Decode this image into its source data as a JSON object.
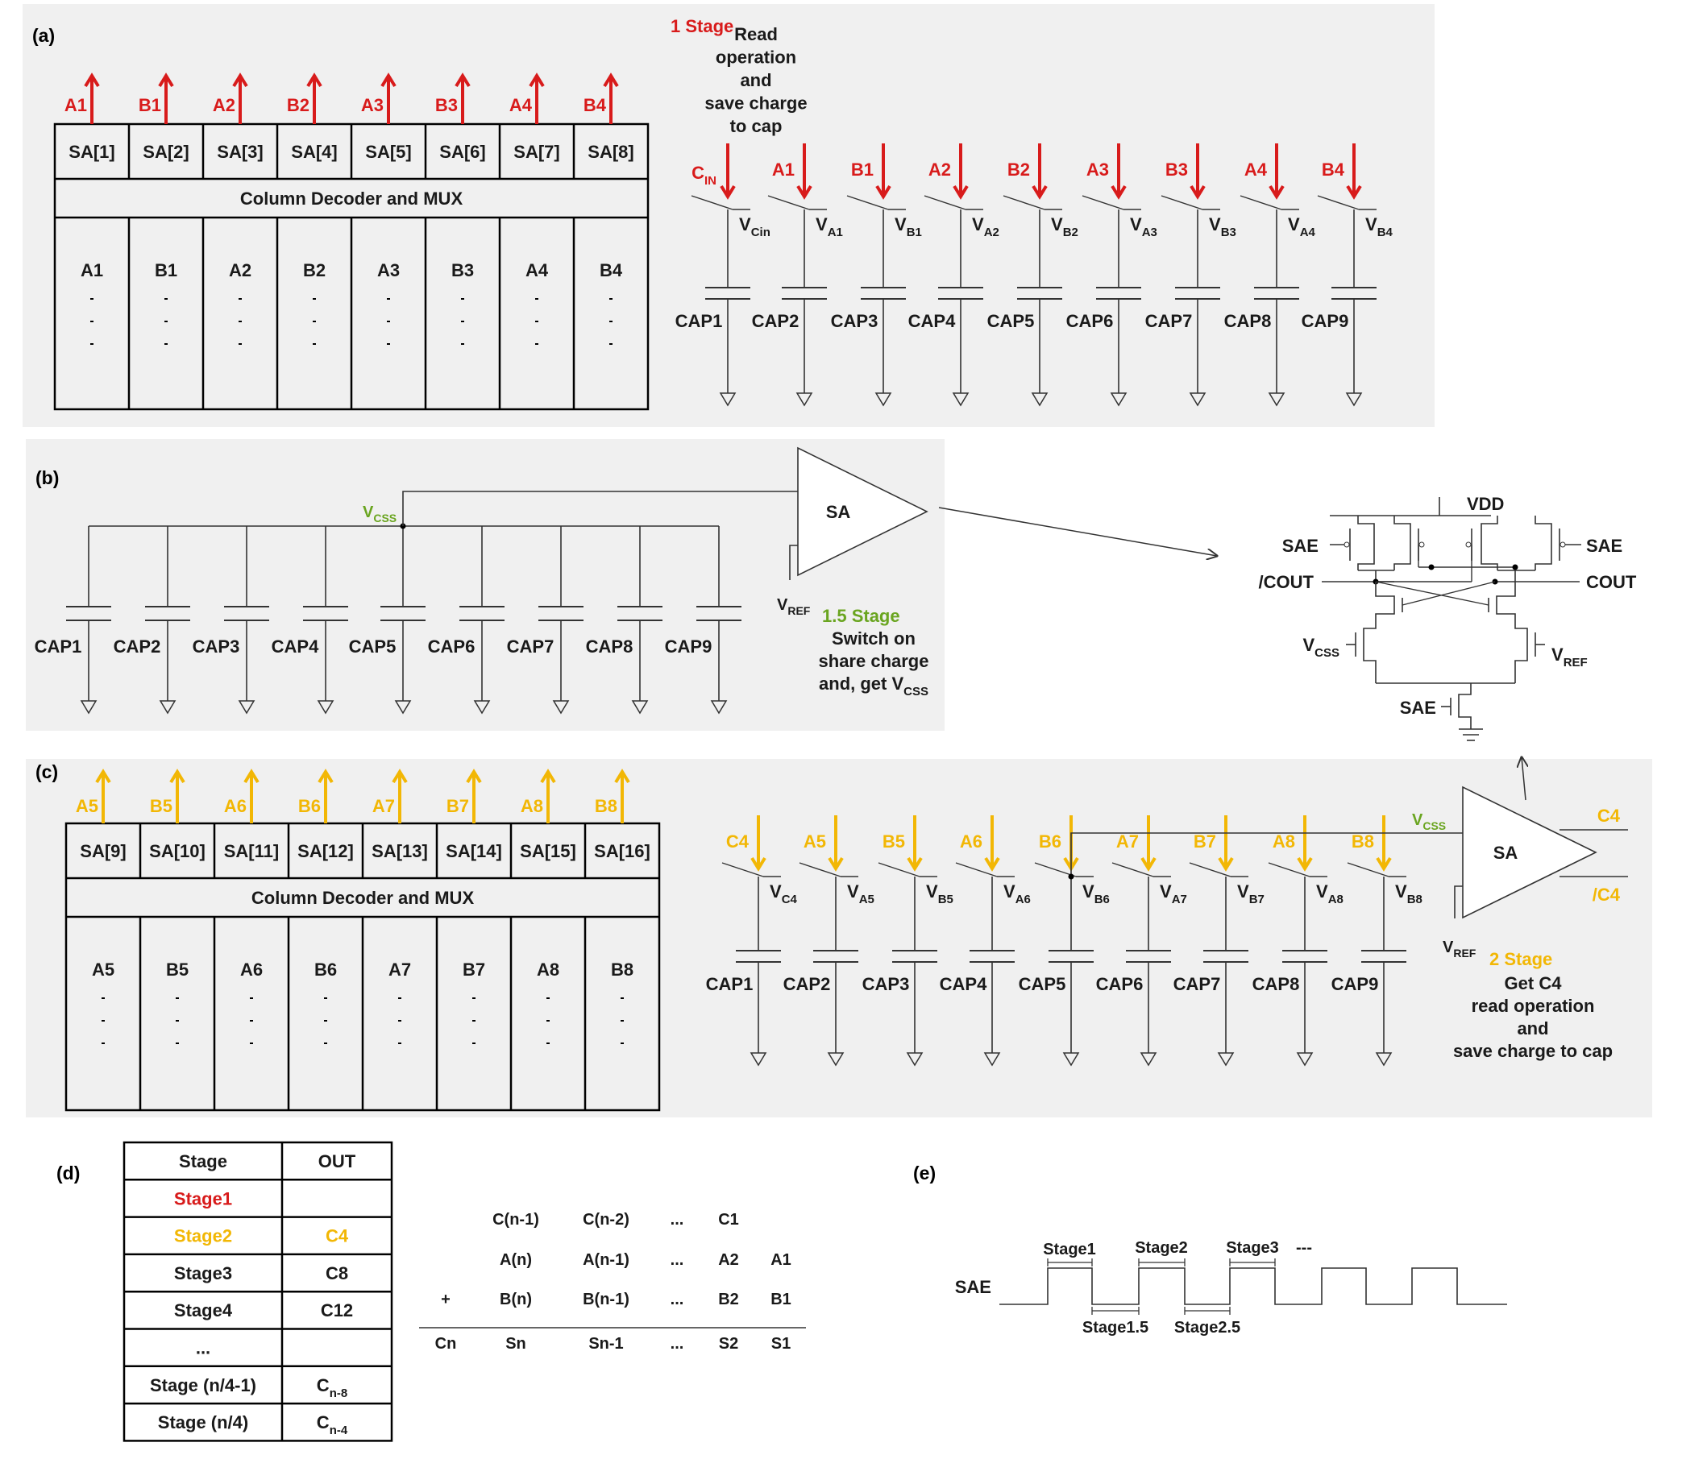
{
  "colors": {
    "red": "#d81b1b",
    "yellow": "#f2b705",
    "green": "#6aa520",
    "black": "#1a1a1a",
    "panel": "#f0f0f0"
  },
  "panels": {
    "a": "(a)",
    "b": "(b)",
    "c": "(c)",
    "d": "(d)",
    "e": "(e)"
  },
  "panel_a": {
    "stage_title": "1 Stage",
    "description": [
      "Read",
      "operation",
      "and",
      "save charge",
      "to cap"
    ],
    "sa_arrow_labels": [
      "A1",
      "B1",
      "A2",
      "B2",
      "A3",
      "B3",
      "A4",
      "B4"
    ],
    "sa_labels": [
      "SA[1]",
      "SA[2]",
      "SA[3]",
      "SA[4]",
      "SA[5]",
      "SA[6]",
      "SA[7]",
      "SA[8]"
    ],
    "decoder": "Column Decoder and MUX",
    "columns": [
      "A1",
      "B1",
      "A2",
      "B2",
      "A3",
      "B3",
      "A4",
      "B4"
    ],
    "switch_inputs": [
      "C",
      "A1",
      "B1",
      "A2",
      "B2",
      "A3",
      "B3",
      "A4",
      "B4"
    ],
    "cin_sub": "IN",
    "node_main": [
      "V",
      "V",
      "V",
      "V",
      "V",
      "V",
      "V",
      "V",
      "V"
    ],
    "node_subs": [
      "Cin",
      "A1",
      "B1",
      "A2",
      "B2",
      "A3",
      "B3",
      "A4",
      "B4"
    ],
    "caps": [
      "CAP1",
      "CAP2",
      "CAP3",
      "CAP4",
      "CAP5",
      "CAP6",
      "CAP7",
      "CAP8",
      "CAP9"
    ]
  },
  "panel_b": {
    "vcss_main": "V",
    "vcss_sub": "CSS",
    "caps": [
      "CAP1",
      "CAP2",
      "CAP3",
      "CAP4",
      "CAP5",
      "CAP6",
      "CAP7",
      "CAP8",
      "CAP9"
    ],
    "sa": "SA",
    "vref_main": "V",
    "vref_sub": "REF",
    "stage_title": "1.5 Stage",
    "description": [
      "Switch on",
      "share charge"
    ],
    "desc_last_main": "and, get V",
    "desc_last_sub": "CSS"
  },
  "circuit": {
    "vdd": "VDD",
    "sae_left": "SAE",
    "sae_right": "SAE",
    "cout_bar": "/COUT",
    "cout": "COUT",
    "vcss_main": "V",
    "vcss_sub": "CSS",
    "vref_main": "V",
    "vref_sub": "REF",
    "sae_bottom": "SAE"
  },
  "panel_c": {
    "sa_arrow_labels": [
      "A5",
      "B5",
      "A6",
      "B6",
      "A7",
      "B7",
      "A8",
      "B8"
    ],
    "sa_labels": [
      "SA[9]",
      "SA[10]",
      "SA[11]",
      "SA[12]",
      "SA[13]",
      "SA[14]",
      "SA[15]",
      "SA[16]"
    ],
    "decoder": "Column Decoder and MUX",
    "columns": [
      "A5",
      "B5",
      "A6",
      "B6",
      "A7",
      "B7",
      "A8",
      "B8"
    ],
    "switch_inputs": [
      "C4",
      "A5",
      "B5",
      "A6",
      "B6",
      "A7",
      "B7",
      "A8",
      "B8"
    ],
    "node_main": [
      "V",
      "V",
      "V",
      "V",
      "V",
      "V",
      "V",
      "V",
      "V"
    ],
    "node_subs": [
      "C4",
      "A5",
      "B5",
      "A6",
      "B6",
      "A7",
      "B7",
      "A8",
      "B8"
    ],
    "caps": [
      "CAP1",
      "CAP2",
      "CAP3",
      "CAP4",
      "CAP5",
      "CAP6",
      "CAP7",
      "CAP8",
      "CAP9"
    ],
    "vcss_main": "V",
    "vcss_sub": "CSS",
    "sa": "SA",
    "out": "C4",
    "out_bar": "/C4",
    "vref_main": "V",
    "vref_sub": "REF",
    "stage_title": "2 Stage",
    "description": [
      "Get C4",
      "read operation",
      "and",
      "save charge to cap"
    ]
  },
  "panel_d": {
    "headers": [
      "Stage",
      "OUT"
    ],
    "rows": [
      {
        "stage": "Stage1",
        "out": "",
        "sub": ""
      },
      {
        "stage": "Stage2",
        "out": "C4",
        "sub": ""
      },
      {
        "stage": "Stage3",
        "out": "C8",
        "sub": ""
      },
      {
        "stage": "Stage4",
        "out": "C12",
        "sub": ""
      },
      {
        "stage": "...",
        "out": "",
        "sub": ""
      },
      {
        "stage": "Stage (n/4-1)",
        "out": "C",
        "sub": "n-8"
      },
      {
        "stage": "Stage (n/4)",
        "out": "C",
        "sub": "n-4"
      }
    ],
    "addition": [
      [
        "",
        "C(n-1)",
        "C(n-2)",
        "...",
        "C1",
        ""
      ],
      [
        "",
        "A(n)",
        "A(n-1)",
        "...",
        "A2",
        "A1"
      ],
      [
        "+",
        "B(n)",
        "B(n-1)",
        "...",
        "B2",
        "B1"
      ],
      [
        "Cn",
        "Sn",
        "Sn-1",
        "...",
        "S2",
        "S1"
      ]
    ]
  },
  "panel_e": {
    "signal": "SAE",
    "top_labels": [
      "Stage1",
      "Stage2",
      "Stage3",
      "---"
    ],
    "bottom_labels": [
      "Stage1.5",
      "Stage2.5"
    ]
  }
}
